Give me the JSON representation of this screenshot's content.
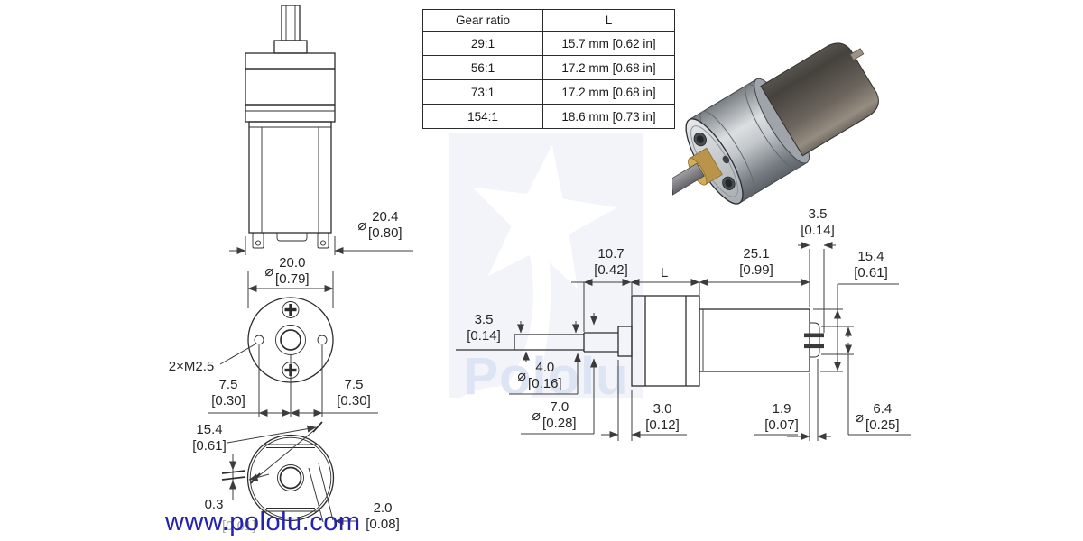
{
  "watermark": {
    "brand": "Pololu",
    "bg": "#f2f4f9",
    "text_color": "#dde4f3"
  },
  "link": {
    "text": "www.pololu.com",
    "color": "#2323b0"
  },
  "symbols": {
    "diameter": "⌀"
  },
  "table": {
    "headers": [
      "Gear ratio",
      "L"
    ],
    "rows": [
      [
        "29:1",
        "15.7 mm [0.62 in]"
      ],
      [
        "56:1",
        "17.2 mm [0.68 in]"
      ],
      [
        "73:1",
        "17.2 mm [0.68 in]"
      ],
      [
        "154:1",
        "18.6 mm [0.73 in]"
      ]
    ]
  },
  "dims": {
    "d20_4": {
      "mm": "20.4",
      "in": "[0.80]"
    },
    "d20_0": {
      "mm": "20.0",
      "in": "[0.79]"
    },
    "m2_5": {
      "label": "2×M2.5"
    },
    "d7_5L": {
      "mm": "7.5",
      "in": "[0.30]"
    },
    "d7_5R": {
      "mm": "7.5",
      "in": "[0.30]"
    },
    "d15_4b": {
      "mm": "15.4",
      "in": "[0.61]"
    },
    "d0_3": {
      "mm": "0.3",
      "in": "[0.01]"
    },
    "d2_0": {
      "mm": "2.0",
      "in": "[0.08]"
    },
    "d3_5a": {
      "mm": "3.5",
      "in": "[0.14]"
    },
    "d10_7": {
      "mm": "10.7",
      "in": "[0.42]"
    },
    "dL": {
      "label": "L"
    },
    "d25_1": {
      "mm": "25.1",
      "in": "[0.99]"
    },
    "d3_5b": {
      "mm": "3.5",
      "in": "[0.14]"
    },
    "d15_4s": {
      "mm": "15.4",
      "in": "[0.61]"
    },
    "d4_0": {
      "mm": "4.0",
      "in": "[0.16]"
    },
    "d7_0": {
      "mm": "7.0",
      "in": "[0.28]"
    },
    "d3_0": {
      "mm": "3.0",
      "in": "[0.12]"
    },
    "d1_9": {
      "mm": "1.9",
      "in": "[0.07]"
    },
    "d6_4": {
      "mm": "6.4",
      "in": "[0.25]"
    }
  }
}
